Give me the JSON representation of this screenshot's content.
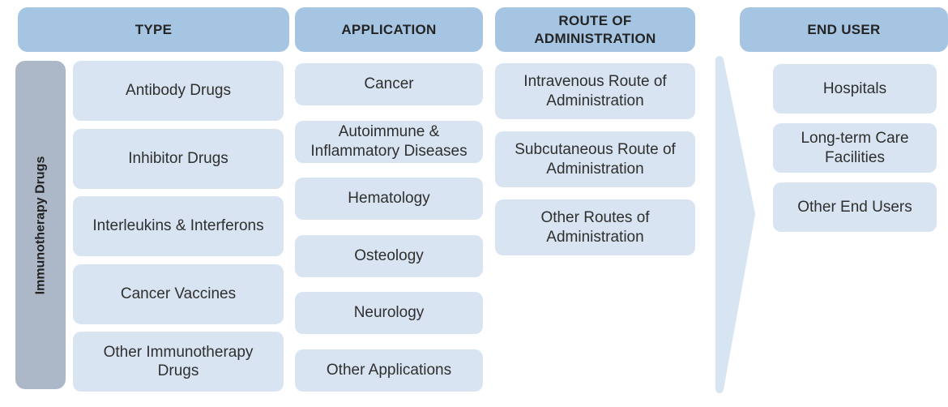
{
  "diagram": {
    "side_label": "Immunotherapy Drugs",
    "columns": [
      {
        "header": "TYPE",
        "items": [
          "Antibody Drugs",
          "Inhibitor Drugs",
          "Interleukins & Interferons",
          "Cancer Vaccines",
          "Other Immunotherapy Drugs"
        ]
      },
      {
        "header": "APPLICATION",
        "items": [
          "Cancer",
          "Autoimmune & Inflammatory Diseases",
          "Hematology",
          "Osteology",
          "Neurology",
          "Other Applications"
        ]
      },
      {
        "header": "ROUTE OF ADMINISTRATION",
        "items": [
          "Intravenous Route of Administration",
          "Subcutaneous Route of Administration",
          "Other Routes of Administration"
        ]
      },
      {
        "header": "END USER",
        "items": [
          "Hospitals",
          "Long-term Care Facilities",
          "Other End Users"
        ]
      }
    ],
    "colors": {
      "header_fill": "#A6C5E3",
      "item_fill": "#D8E4F1",
      "side_bar_fill": "#ACB7C8",
      "arrow_fill": "#D7E4F2",
      "text_dark": "#2B2B2B"
    }
  }
}
